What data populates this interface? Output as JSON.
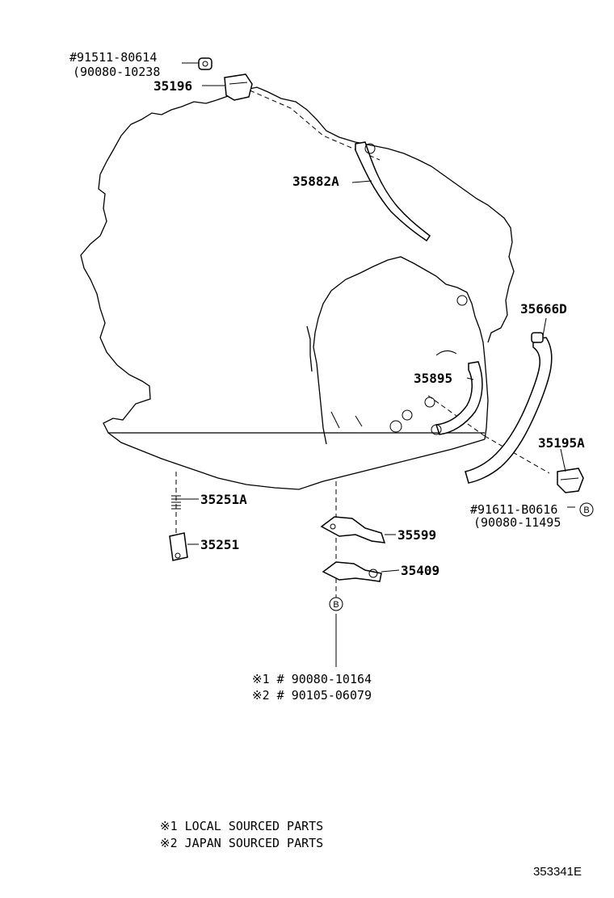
{
  "parts": {
    "p91511": "#91511-80614",
    "p90080_10238": "(90080-10238",
    "p35196": "35196",
    "p35882A": "35882A",
    "p35666D": "35666D",
    "p35895": "35895",
    "p35195A": "35195A",
    "p91611": "#91611-B0616",
    "p90080_11495": "(90080-11495",
    "p35251A": "35251A",
    "p35251": "35251",
    "p35599": "35599",
    "p35409": "35409",
    "ref1": "※1 # 90080-10164",
    "ref2": "※2 # 90105-06079"
  },
  "markers": {
    "b_upper": "B",
    "b_lower": "B"
  },
  "legend": {
    "line1": "※1 LOCAL SOURCED PARTS",
    "line2": "※2 JAPAN SOURCED PARTS"
  },
  "figure_id": "353341E"
}
